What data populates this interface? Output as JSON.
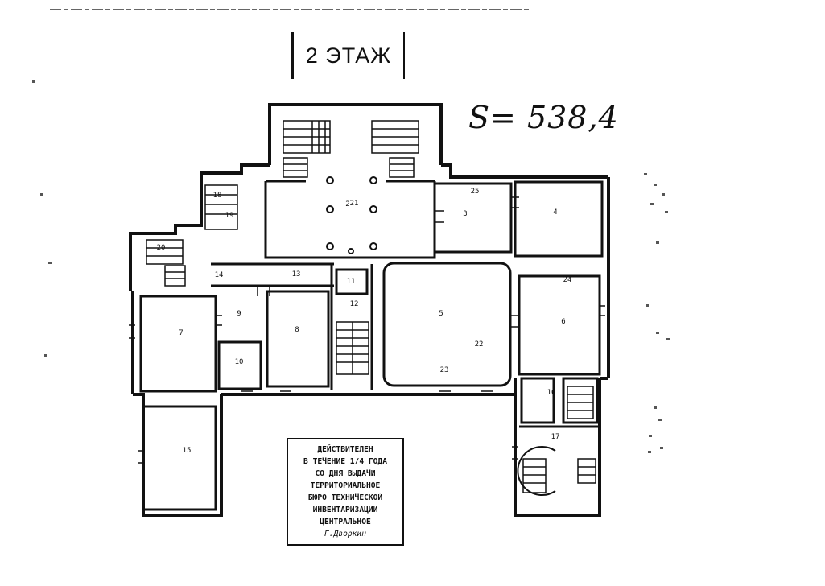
{
  "plan": {
    "floor_title": "2 ЭТАЖ",
    "area_label": "S= 538,4"
  },
  "stamp": {
    "lines": [
      "ДЕЙСТВИТЕЛЕН",
      "В ТЕЧЕНИЕ 1/4 ГОДА",
      "СО ДНЯ ВЫДАЧИ",
      "ТЕРРИТОРИАЛЬНОЕ",
      "БЮРО ТЕХНИЧЕСКОЙ",
      "ИНВЕНТАРИЗАЦИИ",
      "ЦЕНТРАЛЬНОЕ"
    ],
    "signature": "Г.Дворкин"
  },
  "room_numbers": [
    "2",
    "3",
    "4",
    "5",
    "6",
    "7",
    "8",
    "9",
    "10",
    "11",
    "12",
    "13",
    "14",
    "15",
    "16",
    "17",
    "18",
    "19",
    "20",
    "21",
    "22",
    "23",
    "24",
    "25"
  ],
  "colors": {
    "ink": "#111111",
    "paper": "#ffffff",
    "specks": "#555555"
  }
}
